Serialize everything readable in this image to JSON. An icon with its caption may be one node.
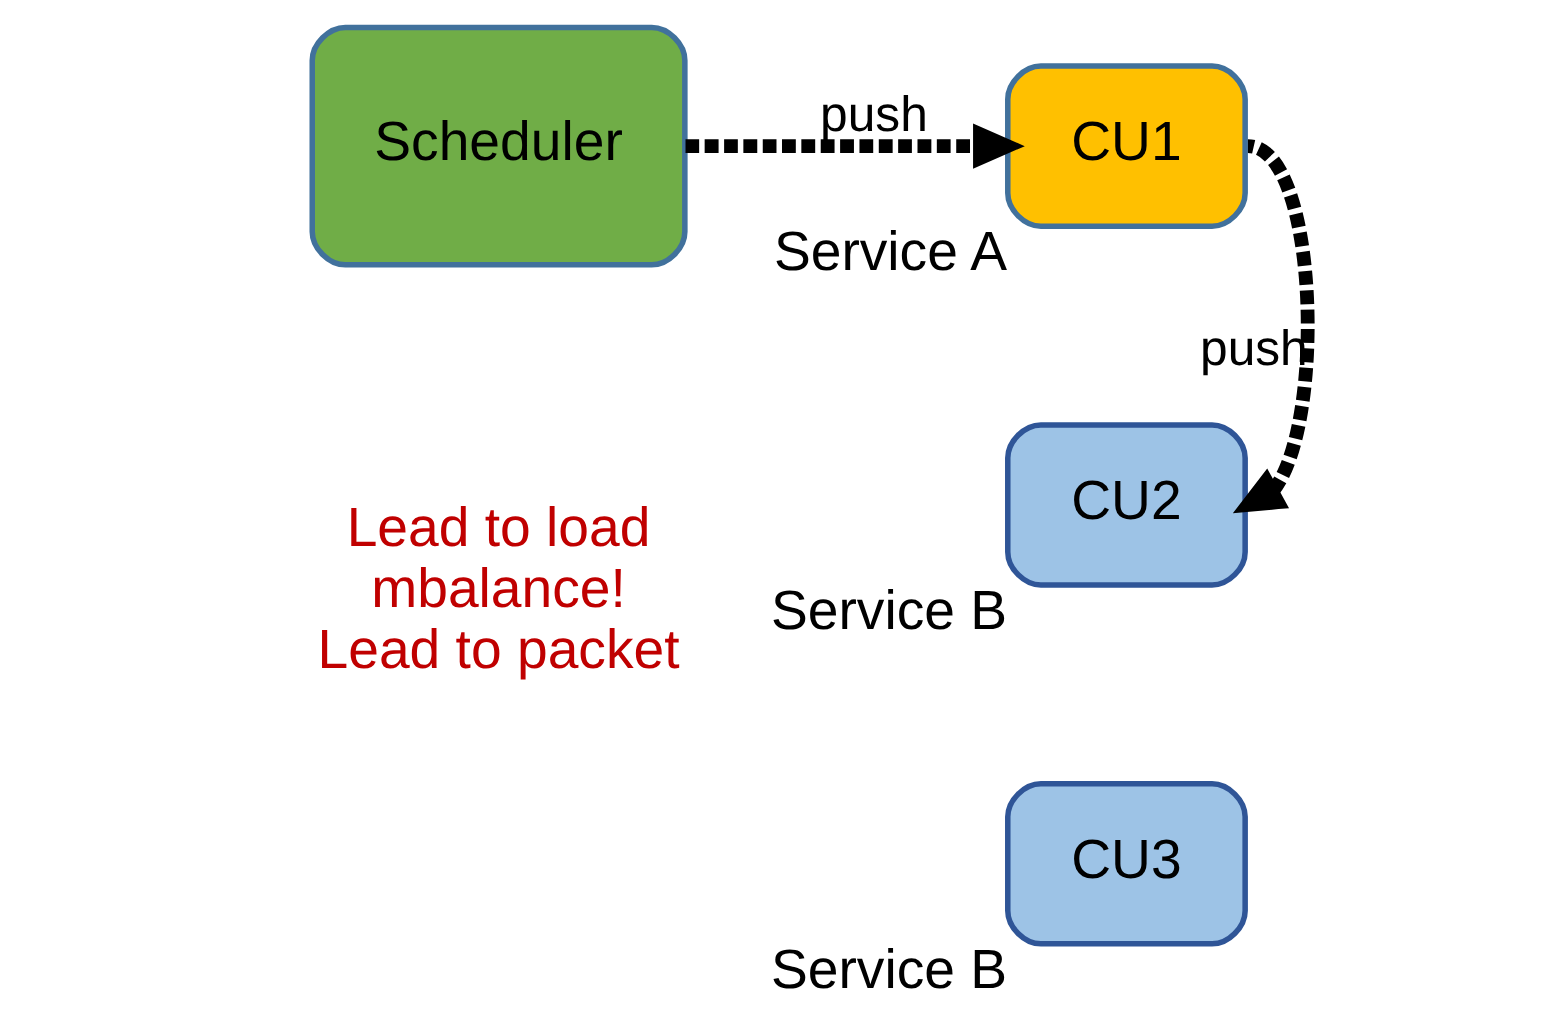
{
  "diagram": {
    "nodes": [
      {
        "text": [
          "Scheduler"
        ]
      },
      {
        "text": [
          "CU1"
        ],
        "beside": [
          "Service A"
        ]
      },
      {
        "text": [
          "CU2"
        ],
        "beside": [
          "Service B"
        ]
      },
      {
        "text": [
          "CU3"
        ],
        "beside": [
          "Service B"
        ]
      }
    ],
    "edges": [
      {
        "from": 0,
        "to": 1,
        "arrow": "to",
        "label": "push",
        "style": "dashed"
      },
      {
        "from": 1,
        "to": 2,
        "arrow": "to",
        "label": "push",
        "style": "dashed"
      }
    ],
    "labels": [
      "Lead to load",
      "mbalance!",
      "Lead to packet"
    ]
  }
}
